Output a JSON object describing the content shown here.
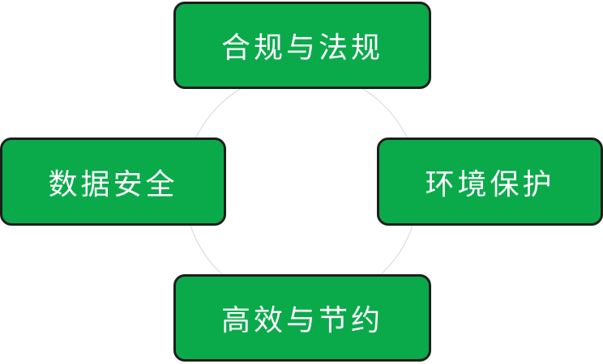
{
  "diagram": {
    "nodes": {
      "top": "合规与法规",
      "left": "数据安全",
      "right": "环境保护",
      "bottom": "高效与节约"
    },
    "colors": {
      "node_fill": "#0aaa4b",
      "node_border": "#1d1d1d",
      "node_text": "#ffffff",
      "ring": "#d6d6d6"
    }
  }
}
